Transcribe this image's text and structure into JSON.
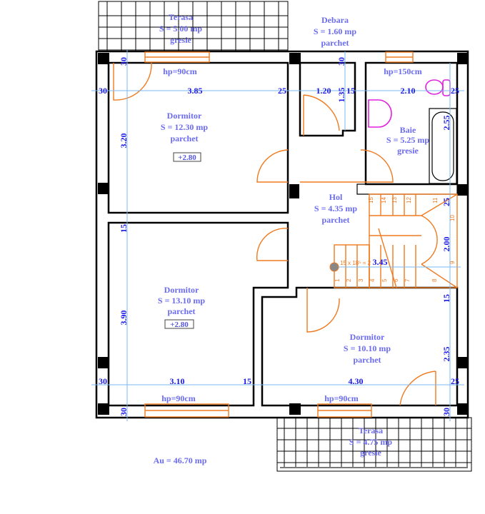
{
  "plan": {
    "title": "Floor plan - etaj",
    "rooms": [
      {
        "id": "terasa-top",
        "name": "Terasa",
        "area": "S = 5.00 mp",
        "finish": "gresie"
      },
      {
        "id": "debara",
        "name": "Debara",
        "area": "S = 1.60 mp",
        "finish": "parchet"
      },
      {
        "id": "dormitor-1",
        "name": "Dormitor",
        "area": "S = 12.30 mp",
        "finish": "parchet",
        "level": "+2.80"
      },
      {
        "id": "baie",
        "name": "Baie",
        "area": "S = 5.25 mp",
        "finish": "gresie"
      },
      {
        "id": "hol",
        "name": "Hol",
        "area": "S = 4.35 mp",
        "finish": "parchet"
      },
      {
        "id": "dormitor-2",
        "name": "Dormitor",
        "area": "S = 13.10 mp",
        "finish": "parchet",
        "level": "+2.80"
      },
      {
        "id": "dormitor-3",
        "name": "Dormitor",
        "area": "S = 10.10 mp",
        "finish": "parchet"
      },
      {
        "id": "terasa-bottom",
        "name": "Terasa",
        "area": "S = 4.75 mp",
        "finish": "gresie"
      }
    ],
    "total_area": "Au = 46.70 mp",
    "windows": {
      "top_left": "hp=90cm",
      "top_right": "hp=150cm",
      "bottom_left": "hp=90cm",
      "bottom_right": "hp=90cm"
    },
    "dimensions": {
      "top_row": [
        "30",
        "3.85",
        "25",
        "1.20",
        "15",
        "2.10",
        "25"
      ],
      "bottom_row": [
        "30",
        "3.10",
        "15",
        "4.30",
        "25"
      ],
      "left_col": [
        "30",
        "3.20",
        "15",
        "3.90",
        "30"
      ],
      "right_col": [
        "2.55",
        "25",
        "2.00",
        "15",
        "2.35",
        "30"
      ],
      "debara_height": "1.35",
      "debara_wall": "30",
      "stair_width": "3.45"
    },
    "stairs": {
      "formula": "15 x 18⁵ = 2",
      "steps": [
        "1",
        "2",
        "3",
        "4",
        "5",
        "6",
        "7",
        "8",
        "9",
        "10",
        "11",
        "12",
        "13",
        "14",
        "15"
      ]
    },
    "colors": {
      "label": "#6b6bf0",
      "dimension": "#1a1ae6",
      "dimension_line": "#7ab8f5",
      "door": "#f07a20",
      "sanitary": "#e020e0"
    }
  }
}
